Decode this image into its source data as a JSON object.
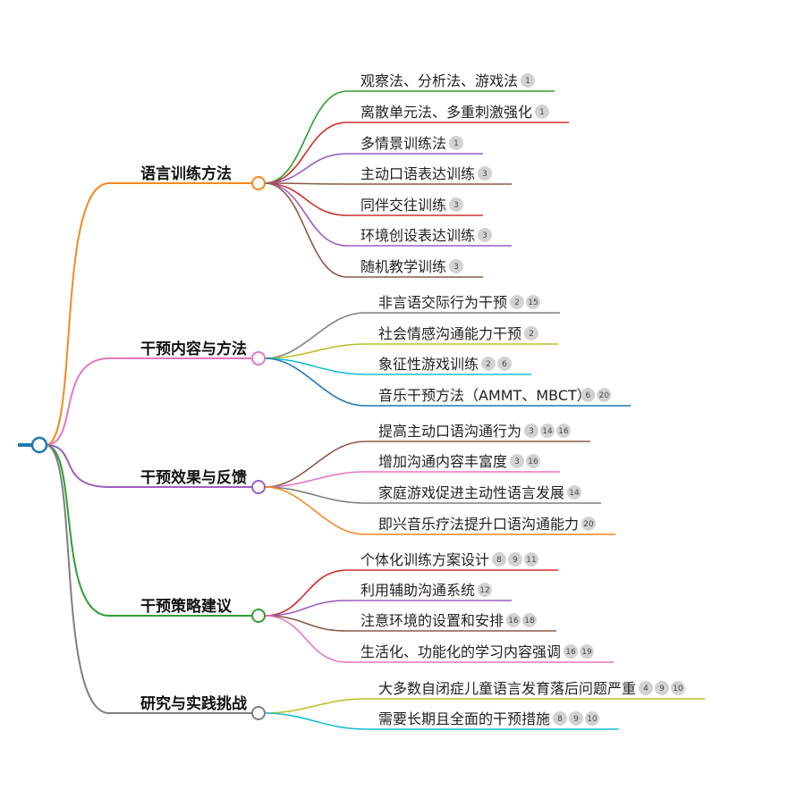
{
  "mindmap": {
    "branches": [
      {
        "label": "语言训练方法",
        "color": "#f5891e",
        "children": [
          {
            "label": "观察法、分析法、游戏法",
            "refs": [
              "1"
            ],
            "color": "#2e9e32"
          },
          {
            "label": "离散单元法、多重刺激强化",
            "refs": [
              "1"
            ],
            "color": "#d22f2f"
          },
          {
            "label": "多情景训练法",
            "refs": [
              "1"
            ],
            "color": "#9a5fc2"
          },
          {
            "label": "主动口语表达训练",
            "refs": [
              "3"
            ],
            "color": "#8b5a45"
          },
          {
            "label": "同伴交往训练",
            "refs": [
              "3"
            ],
            "color": "#d22f2f"
          },
          {
            "label": "环境创设表达训练",
            "refs": [
              "3"
            ],
            "color": "#9a5fc2"
          },
          {
            "label": "随机教学训练",
            "refs": [
              "3"
            ],
            "color": "#8b5a45"
          }
        ]
      },
      {
        "label": "干预内容与方法",
        "color": "#e377c2",
        "children": [
          {
            "label": "非言语交际行为干预",
            "refs": [
              "2",
              "15"
            ],
            "color": "#7f7f7f"
          },
          {
            "label": "社会情感沟通能力干预",
            "refs": [
              "2"
            ],
            "color": "#bcbd22"
          },
          {
            "label": "象征性游戏训练",
            "refs": [
              "2",
              "6"
            ],
            "color": "#17becf"
          },
          {
            "label": "音乐干预方法（AMMT、MBCT）",
            "refs": [
              "6",
              "20"
            ],
            "color": "#1f77b4"
          }
        ]
      },
      {
        "label": "干预效果与反馈",
        "color": "#9a5fc2",
        "children": [
          {
            "label": "提高主动口语沟通行为",
            "refs": [
              "3",
              "14",
              "16"
            ],
            "color": "#8b5a45"
          },
          {
            "label": "增加沟通内容丰富度",
            "refs": [
              "3",
              "16"
            ],
            "color": "#e377c2"
          },
          {
            "label": "家庭游戏促进主动性语言发展",
            "refs": [
              "14"
            ],
            "color": "#7f7f7f"
          },
          {
            "label": "即兴音乐疗法提升口语沟通能力",
            "refs": [
              "20"
            ],
            "color": "#f5891e"
          }
        ]
      },
      {
        "label": "干预策略建议",
        "color": "#2e9e32",
        "children": [
          {
            "label": "个体化训练方案设计",
            "refs": [
              "8",
              "9",
              "11"
            ],
            "color": "#d22f2f"
          },
          {
            "label": "利用辅助沟通系统",
            "refs": [
              "12"
            ],
            "color": "#9a5fc2"
          },
          {
            "label": "注意环境的设置和安排",
            "refs": [
              "16",
              "18"
            ],
            "color": "#8b5a45"
          },
          {
            "label": "生活化、功能化的学习内容强调",
            "refs": [
              "16",
              "19"
            ],
            "color": "#e377c2"
          }
        ]
      },
      {
        "label": "研究与实践挑战",
        "color": "#7f7f7f",
        "children": [
          {
            "label": "大多数自闭症儿童语言发育落后问题严重",
            "refs": [
              "4",
              "9",
              "10"
            ],
            "color": "#bcbd22"
          },
          {
            "label": "需要长期且全面的干预措施",
            "refs": [
              "8",
              "9",
              "10"
            ],
            "color": "#17becf"
          }
        ]
      }
    ]
  }
}
